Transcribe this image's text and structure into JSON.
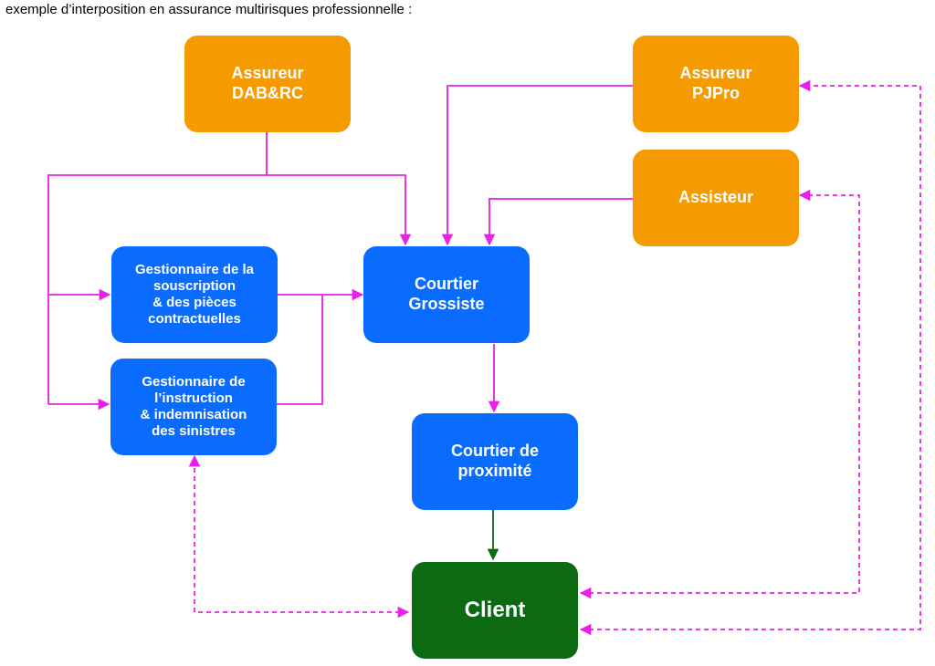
{
  "caption": "exemple d’interposition en assurance multirisques professionnelle :",
  "nodes": {
    "assureur_dabrc": {
      "lines": [
        "Assureur",
        "DAB&RC"
      ],
      "color": "#f59a00"
    },
    "assureur_pjpro": {
      "lines": [
        "Assureur",
        "PJPro"
      ],
      "color": "#f59a00"
    },
    "assisteur": {
      "lines": [
        "Assisteur"
      ],
      "color": "#f59a00"
    },
    "gest_souscription": {
      "lines": [
        "Gestionnaire de la",
        "souscription",
        "& des pièces",
        "contractuelles"
      ],
      "color": "#0a6cff"
    },
    "gest_sinistres": {
      "lines": [
        "Gestionnaire de",
        "l’instruction",
        "& indemnisation",
        "des sinistres"
      ],
      "color": "#0a6cff"
    },
    "courtier_grossiste": {
      "lines": [
        "Courtier",
        "Grossiste"
      ],
      "color": "#0a6cff"
    },
    "courtier_proximite": {
      "lines": [
        "Courtier de",
        "proximité"
      ],
      "color": "#0a6cff"
    },
    "client": {
      "lines": [
        "Client"
      ],
      "color": "#0b6a12"
    }
  },
  "link_colors": {
    "solid": "#e820e8",
    "dashed": "#e820e8",
    "to_client": "#0b6a12"
  }
}
